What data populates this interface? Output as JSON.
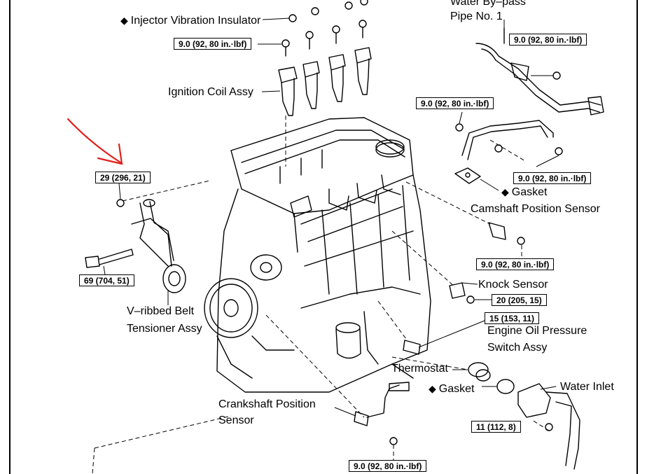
{
  "labels": {
    "injector_vibration_insulator": "Injector Vibration Insulator",
    "water_bypass_pipe_line1": "Water By–pass",
    "water_bypass_pipe_line2": "Pipe No. 1",
    "ignition_coil_assy": "Ignition Coil Assy",
    "gasket_upper": "Gasket",
    "camshaft_position_sensor": "Camshaft Position Sensor",
    "knock_sensor": "Knock Sensor",
    "v_ribbed_belt_line1": "V–ribbed Belt",
    "v_ribbed_belt_line2": "Tensioner Assy",
    "engine_oil_pressure_line1": "Engine Oil Pressure",
    "engine_oil_pressure_line2": "Switch Assy",
    "thermostat": "Thermostat",
    "gasket_lower": "Gasket",
    "water_inlet": "Water Inlet",
    "crankshaft_line1": "Crankshaft Position",
    "crankshaft_line2": "Sensor",
    "non_reusable_symbol": "◆"
  },
  "torques": {
    "coil_bolt": "9.0 (92, 80 in.·lbf)",
    "bypass_top": "9.0 (92, 80 in.·lbf)",
    "bypass_mid": "9.0 (92, 80 in.·lbf)",
    "bypass_low": "9.0 (92, 80 in.·lbf)",
    "tensioner_nut": "29 (296, 21)",
    "tensioner_bolt": "69 (704, 51)",
    "camshaft_sensor": "9.0 (92, 80 in.·lbf)",
    "knock_sensor": "20 (205, 15)",
    "oil_pressure": "15 (153, 11)",
    "water_inlet": "11 (112, 8)",
    "crankshaft_sensor": "9.0 (92, 80 in.·lbf)"
  },
  "colors": {
    "annotation_arrow": "#e0201a",
    "line": "#000000"
  }
}
